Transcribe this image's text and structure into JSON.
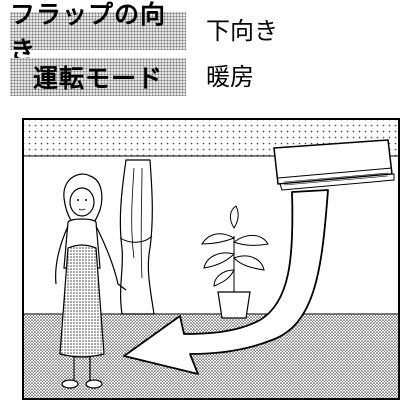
{
  "rows": [
    {
      "label": "フラップの向き",
      "value": "下向き"
    },
    {
      "label": "運転モード",
      "value": "暖房"
    }
  ],
  "scene": {
    "illustration": "woman standing in a room with curtains and a potted plant; a wall-mounted air conditioner blows air downward along a large curved arrow toward the floor",
    "icons": [
      "air-conditioner-icon",
      "airflow-arrow-icon",
      "woman-icon",
      "curtain-icon",
      "plant-icon"
    ]
  },
  "colors": {
    "ink": "#000000",
    "pattern_dot": "#7a7a7a",
    "paper": "#ffffff"
  }
}
